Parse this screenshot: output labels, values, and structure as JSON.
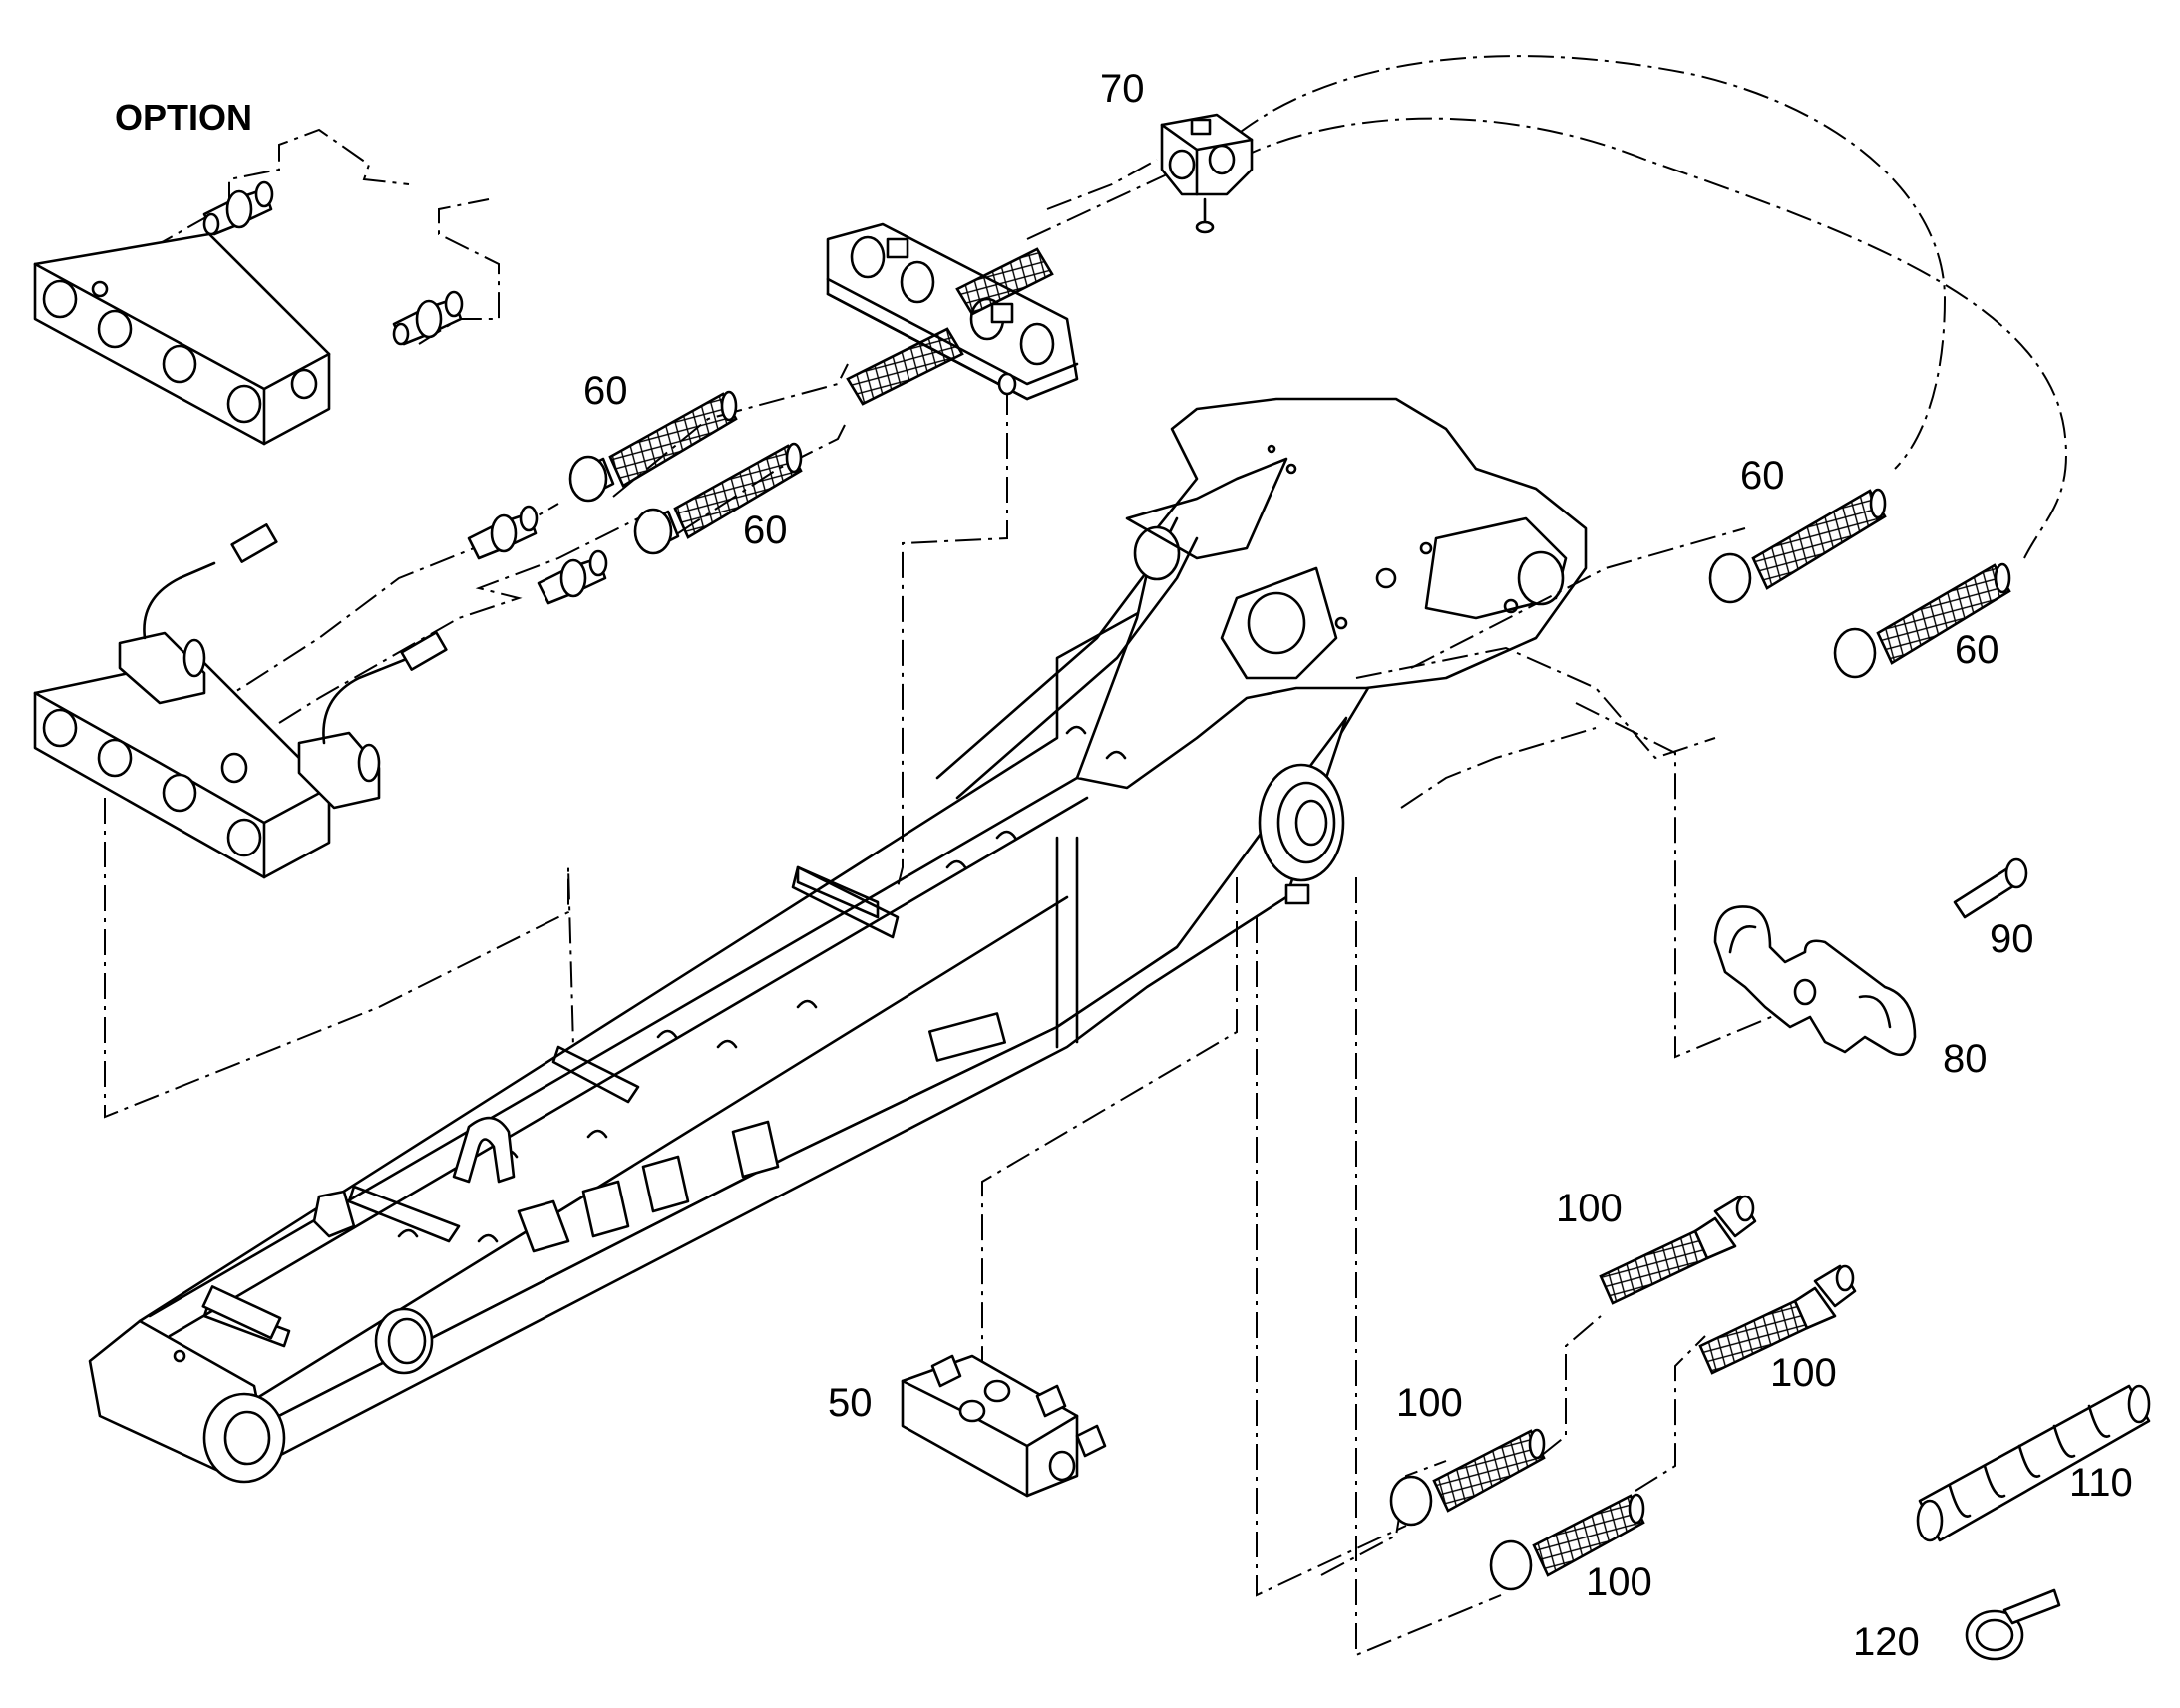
{
  "diagram": {
    "title": "OPTION",
    "callouts": [
      {
        "id": "c70",
        "label": "70"
      },
      {
        "id": "c60a",
        "label": "60"
      },
      {
        "id": "c60b",
        "label": "60"
      },
      {
        "id": "c60c",
        "label": "60"
      },
      {
        "id": "c60d",
        "label": "60"
      },
      {
        "id": "c90",
        "label": "90"
      },
      {
        "id": "c80",
        "label": "80"
      },
      {
        "id": "c100a",
        "label": "100"
      },
      {
        "id": "c100b",
        "label": "100"
      },
      {
        "id": "c100c",
        "label": "100"
      },
      {
        "id": "c100d",
        "label": "100"
      },
      {
        "id": "c50",
        "label": "50"
      },
      {
        "id": "c110",
        "label": "110"
      },
      {
        "id": "c120",
        "label": "120"
      }
    ]
  }
}
